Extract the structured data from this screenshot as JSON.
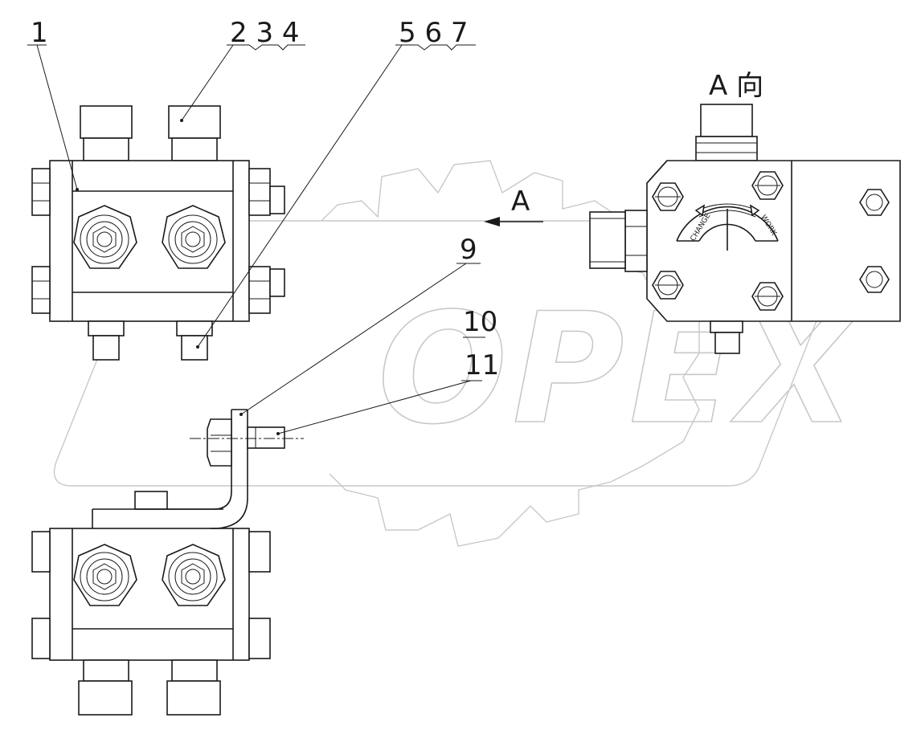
{
  "callouts": {
    "c1": "1",
    "c2": "2 3 4",
    "c3": "5 6 7",
    "c4": "9",
    "c5": "10",
    "c6": "11"
  },
  "view": {
    "title": "A 向",
    "arrow_label": "A"
  },
  "dial": {
    "left_label": "CHANGE",
    "right_label": "WORK"
  },
  "watermark": {
    "text": "OPEX",
    "color": "#c8c8c8"
  },
  "colors": {
    "line": "#1a1a1a",
    "background": "#ffffff"
  }
}
